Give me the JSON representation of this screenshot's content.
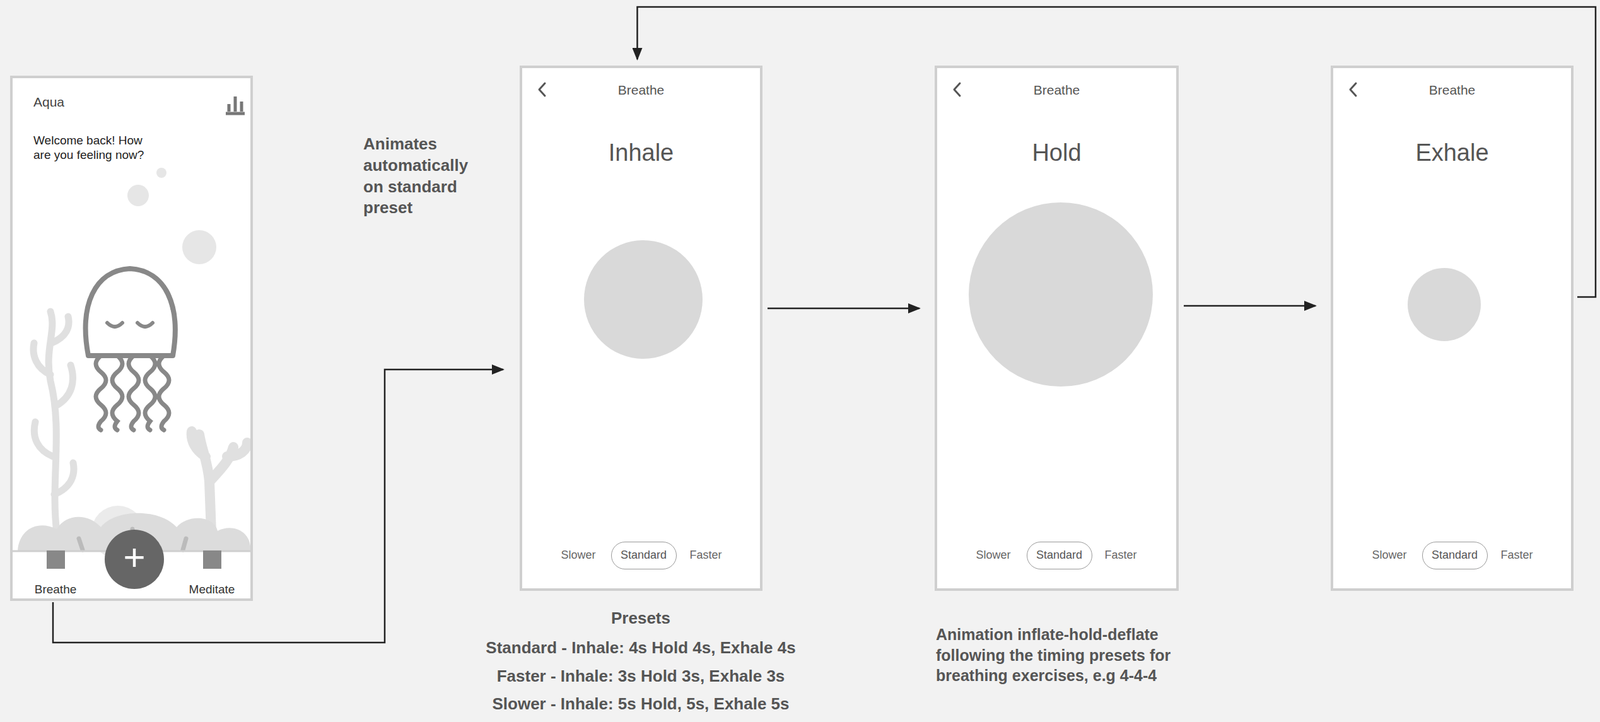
{
  "diagram": {
    "nodes": [
      {
        "text": [
          "Aqua",
          "Welcome back! How are you feeling now?",
          "Breathe",
          "Meditate"
        ]
      },
      {
        "text": [
          "+"
        ],
        "in": 0
      },
      {
        "text": [
          "Breathe",
          "Inhale",
          "Slower",
          "Faster"
        ]
      },
      {
        "text": [
          "Standard"
        ],
        "in": 2
      },
      {
        "text": [
          "Breathe",
          "Hold",
          "Slower",
          "Faster"
        ]
      },
      {
        "text": [
          "Standard"
        ],
        "in": 4
      },
      {
        "text": [
          "Breathe",
          "Exhale",
          "Slower",
          "Faster"
        ]
      },
      {
        "text": [
          "Standard"
        ],
        "in": 6
      }
    ],
    "edges": [
      {
        "from": 0,
        "to": 2,
        "arrow": "to"
      },
      {
        "from": 2,
        "to": 4,
        "arrow": "to"
      },
      {
        "from": 4,
        "to": 6,
        "arrow": "to"
      },
      {
        "from": 6,
        "to": 2,
        "arrow": "to"
      }
    ],
    "labels": [
      "Animates automatically on standard preset",
      "Presets",
      "Standard - Inhale: 4s Hold 4s, Exhale 4s",
      "Faster - Inhale: 3s Hold 3s, Exhale 3s",
      "Slower - Inhale: 5s Hold, 5s, Exhale 5s",
      "Animation inflate-hold-deflate following the timing presets for breathing exercises, e.g 4-4-4"
    ]
  }
}
